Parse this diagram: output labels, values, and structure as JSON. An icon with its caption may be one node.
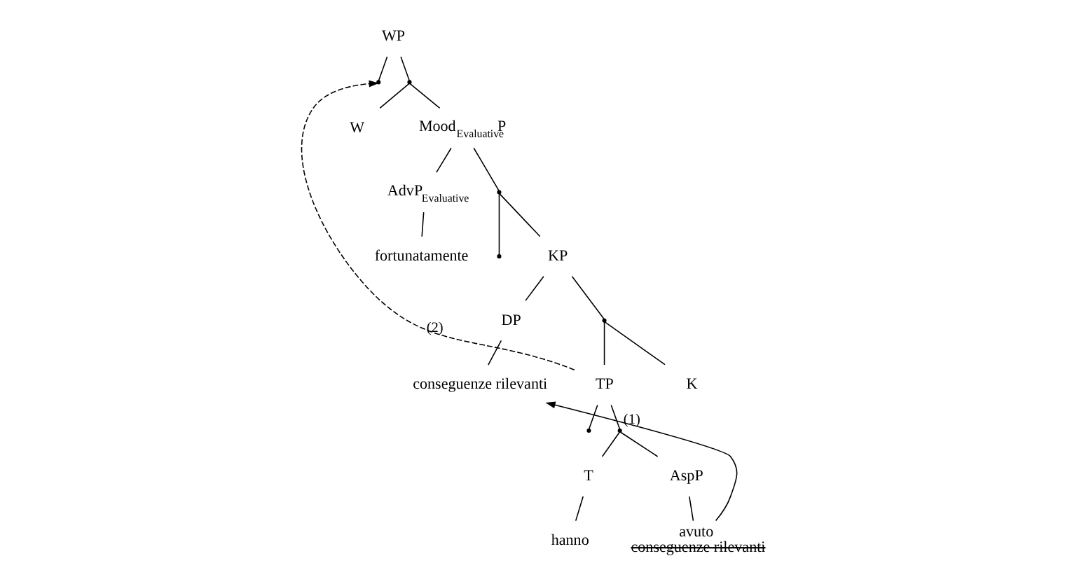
{
  "diagram": {
    "nodes": [
      {
        "text": [
          "WP"
        ]
      },
      {
        "text": [],
        "shape": "point"
      },
      {
        "text": [],
        "shape": "point"
      },
      {
        "text": [
          "W"
        ]
      },
      {
        "text": [
          "Mood$_{Evaluative}$P"
        ]
      },
      {
        "text": [
          "AdvP$_{Evaluative}$"
        ]
      },
      {
        "text": [
          "fortunatamente"
        ]
      },
      {
        "text": [],
        "shape": "point"
      },
      {
        "text": [],
        "shape": "point"
      },
      {
        "text": [
          "KP"
        ]
      },
      {
        "text": [
          "DP"
        ]
      },
      {
        "text": [
          "conseguenze rilevanti"
        ]
      },
      {
        "text": [],
        "shape": "point"
      },
      {
        "text": [
          "K"
        ]
      },
      {
        "text": [
          "TP"
        ]
      },
      {
        "text": [],
        "shape": "point"
      },
      {
        "text": [],
        "shape": "point"
      },
      {
        "text": [
          "T"
        ]
      },
      {
        "text": [
          "AspP"
        ]
      },
      {
        "text": [
          "hanno"
        ]
      },
      {
        "text": [
          "avuto",
          "conseguenze rilevanti"
        ]
      }
    ],
    "edges": [
      {
        "from": 0,
        "to": 1,
        "arrow": "none"
      },
      {
        "from": 0,
        "to": 2,
        "arrow": "none"
      },
      {
        "from": 2,
        "to": 3,
        "arrow": "none"
      },
      {
        "from": 2,
        "to": 4,
        "arrow": "none"
      },
      {
        "from": 4,
        "to": 5,
        "arrow": "none"
      },
      {
        "from": 4,
        "to": 7,
        "arrow": "none"
      },
      {
        "from": 5,
        "to": 6,
        "arrow": "none"
      },
      {
        "from": 7,
        "to": 8,
        "arrow": "none"
      },
      {
        "from": 7,
        "to": 9,
        "arrow": "none"
      },
      {
        "from": 9,
        "to": 10,
        "arrow": "none"
      },
      {
        "from": 9,
        "to": 12,
        "arrow": "none"
      },
      {
        "from": 10,
        "to": 11,
        "arrow": "none"
      },
      {
        "from": 12,
        "to": 13,
        "arrow": "none"
      },
      {
        "from": 12,
        "to": 14,
        "arrow": "none"
      },
      {
        "from": 14,
        "to": 15,
        "arrow": "none"
      },
      {
        "from": 14,
        "to": 16,
        "arrow": "none"
      },
      {
        "from": 16,
        "to": 17,
        "arrow": "none"
      },
      {
        "from": 16,
        "to": 18,
        "arrow": "none"
      },
      {
        "from": 17,
        "to": 19,
        "arrow": "none"
      },
      {
        "from": 18,
        "to": 20,
        "arrow": "none"
      },
      {
        "from": 20,
        "to": 11,
        "arrow": "to",
        "label": "(1)"
      },
      {
        "from": 14,
        "to": 1,
        "arrow": "to",
        "label": "(2)",
        "style": "dashed"
      }
    ]
  }
}
